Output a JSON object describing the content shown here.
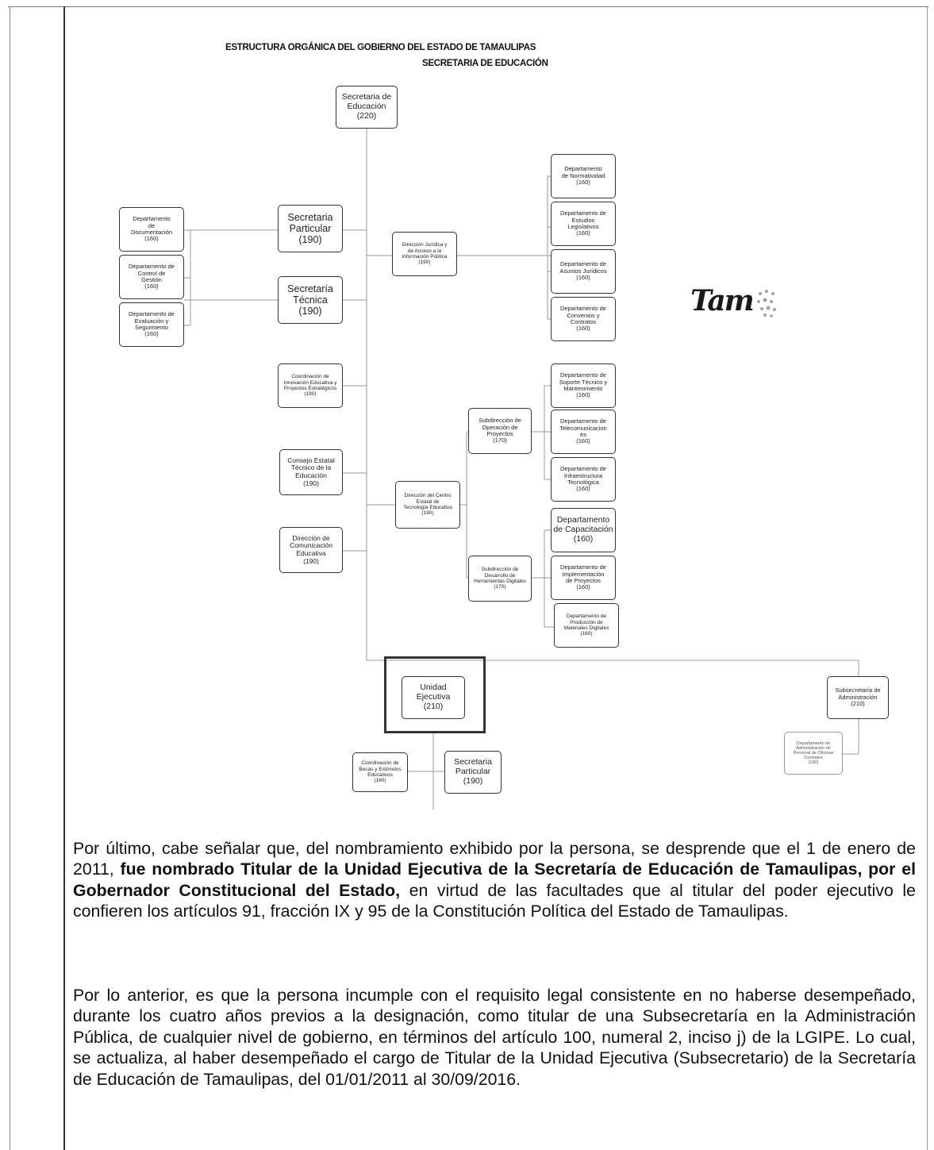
{
  "header": {
    "title": "ESTRUCTURA ORGÁNICA DEL GOBIERNO DEL ESTADO DE TAMAULIPAS",
    "subtitle": "SECRETARIA DE EDUCACIÓN"
  },
  "org": {
    "secretaria": "Secretaria de\nEducación\n(220)",
    "dep_documentacion": "Departamento\nde\nDocumentación\n(160)",
    "dep_control_gestion": "Departamento de\nControl de\nGestión\n(160)",
    "dep_evaluacion": "Departamento de\nEvaluación y\nSeguimiento\n(160)",
    "secretaria_particular": "Secretaria\nParticular\n(190)",
    "secretaria_tecnica": "Secretaría\nTécnica\n(190)",
    "direccion_juridica": "Dirección Jurídica y\nde Acceso a la\nInformación Pública\n(190)",
    "dep_normatividad": "Departamento\nde Normatividad\n(160)",
    "dep_estudios_legislativos": "Departamento de\nEstudios\nLegislativos\n(160)",
    "dep_asuntos_juridicos": "Departamento de\nAsuntos Jurídicos\n(160)",
    "dep_convenios": "Departamento de\nConvenios y\nContratos\n(160)",
    "coord_innovacion": "Coordinación de\nInnovación Educativa y\nProyectos Estratégicos\n(190)",
    "consejo_estatal": "Consejo Estatal\nTécnico de la\nEducación\n(190)",
    "direccion_comunicacion": "Dirección de\nComunicación\nEducativa\n(190)",
    "direccion_centro_estatal": "Dirección del Centro\nEstatal de\nTecnología Educativa\n(190)",
    "subdir_operacion": "Subdirección de\nOperación de\nProyectos\n(170)",
    "subdir_desarrollo": "Subdirección de\nDesarrollo de\nHerramientas Digitales\n(170)",
    "dep_soporte": "Departamento de\nSoporte Técnico y\nMantenimiento\n(160)",
    "dep_telecom": "Departamento de\nTelecomunicacion\nes\n(160)",
    "dep_infraestructura": "Departamento de\nInfraestructura\nTecnológica\n(160)",
    "dep_capacitacion": "Departamento\nde Capacitación\n(160)",
    "dep_implementacion": "Departamento de\nImplementación\nde Proyectos\n(160)",
    "dep_produccion": "Departamento de\nProducción de\nMateriales Digitales\n(160)",
    "unidad_ejecutiva": "Unidad\nEjecutiva\n(210)",
    "subsecretaria_admin": "Subsecretaría de\nAdministración\n(210)",
    "dep_admin_faint": "Departamento de\nAdministración de\nPersonal de Oficinas\nCentrales\n(160)",
    "coord_becas": "Coordinación de\nBecas y Estímulos\nEducativos\n(160)",
    "secretaria_particular_2": "Secretaria\nParticular\n(190)"
  },
  "logo": {
    "text": "Tam"
  },
  "paragraphs": {
    "p1_part1": "Por último, cabe señalar que, del nombramiento exhibido por la persona, se desprende que el 1 de enero de 2011, ",
    "p1_bold": "fue nombrado Titular de la Unidad Ejecutiva de la Secretaría de Educación de Tamaulipas, por el Gobernador Constitucional del Estado,",
    "p1_part2": " en virtud de las facultades que al titular del poder ejecutivo le confieren los artículos 91, fracción IX y 95 de la Constitución Política del Estado de Tamaulipas.",
    "p2": "Por lo anterior, es que la persona incumple con el requisito legal consistente en no haberse desempeñado, durante los cuatro años previos a la designación, como titular de una Subsecretaría en la Administración Pública, de cualquier nivel de gobierno, en términos del artículo 100, numeral 2, inciso j) de la LGIPE. Lo cual, se actualiza, al haber desempeñado el cargo de Titular de la Unidad Ejecutiva (Subsecretario) de la Secretaría de Educación de Tamaulipas, del 01/01/2011 al 30/09/2016."
  }
}
